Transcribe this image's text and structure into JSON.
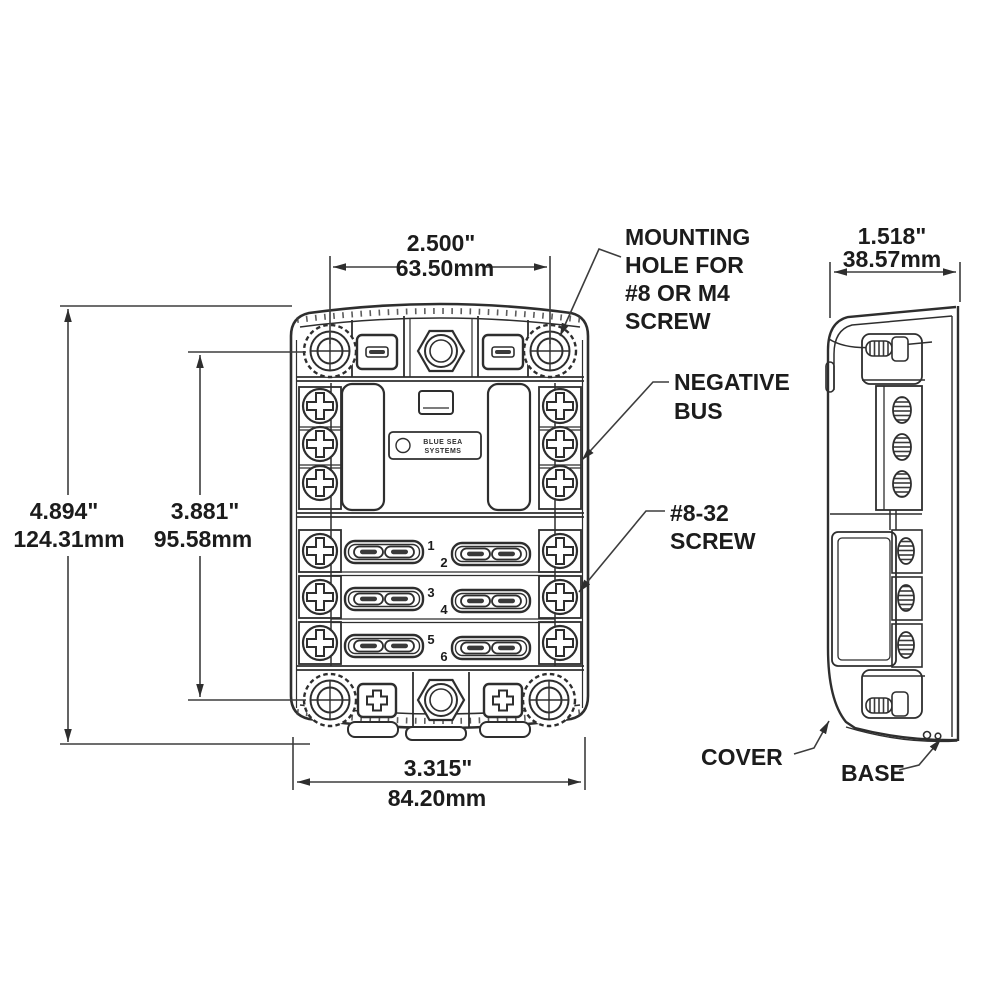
{
  "front_view": {
    "logo_line1": "BLUE SEA",
    "logo_line2": "SYSTEMS",
    "fuse_numbers": [
      "1",
      "2",
      "3",
      "4",
      "5",
      "6"
    ],
    "dimensions": {
      "mounting_hole_spacing": {
        "in": "2.500\"",
        "mm": "63.50mm"
      },
      "overall_height": {
        "in": "4.894\"",
        "mm": "124.31mm"
      },
      "mounting_hole_vertical_spacing": {
        "in": "3.881\"",
        "mm": "95.58mm"
      },
      "overall_width": {
        "in": "3.315\"",
        "mm": "84.20mm"
      }
    }
  },
  "side_view": {
    "dimensions": {
      "overall_depth": {
        "in": "1.518\"",
        "mm": "38.57mm"
      }
    }
  },
  "callouts": {
    "mounting_hole": {
      "line1": "MOUNTING",
      "line2": "HOLE FOR",
      "line3": "#8 OR M4",
      "line4": "SCREW"
    },
    "negative_bus": {
      "line1": "NEGATIVE",
      "line2": "BUS"
    },
    "terminal_screw": {
      "line1": "#8-32",
      "line2": "SCREW"
    },
    "cover": "COVER",
    "base": "BASE"
  },
  "colors": {
    "background": "#ffffff",
    "line": "#2e2e2e",
    "dimension_line": "#3d3d3d",
    "text": "#1c1c1c"
  }
}
